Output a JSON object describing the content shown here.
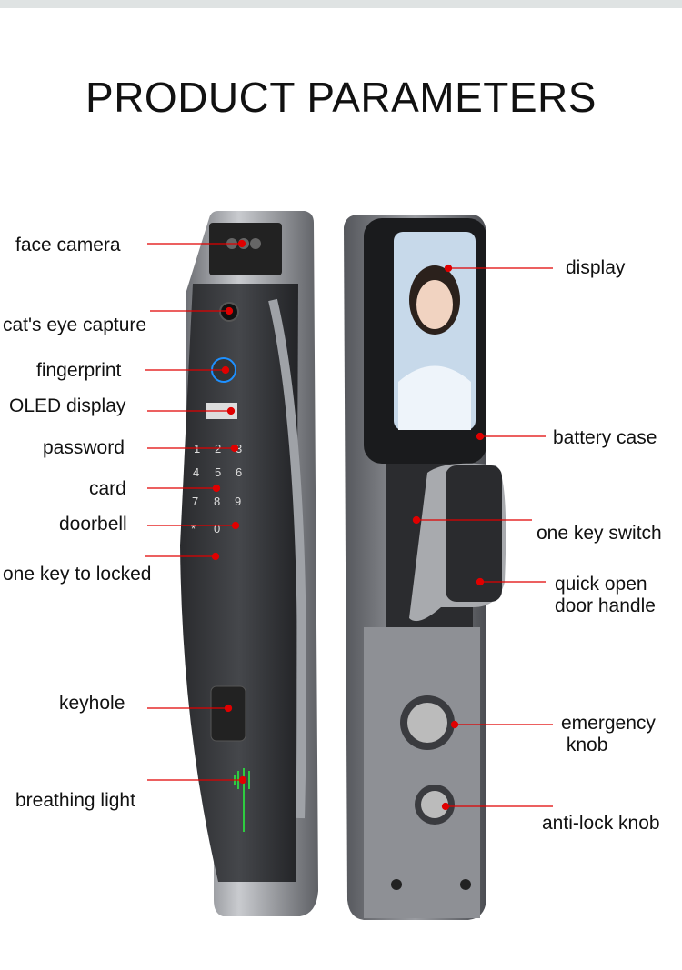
{
  "title": "PRODUCT PARAMETERS",
  "accent_color": "#e00000",
  "front_labels": [
    {
      "id": "face-camera",
      "text": "face camera"
    },
    {
      "id": "cats-eye-capture",
      "text": "cat's eye capture"
    },
    {
      "id": "fingerprint",
      "text": "fingerprint"
    },
    {
      "id": "oled-display",
      "text": "OLED display"
    },
    {
      "id": "password",
      "text": "password"
    },
    {
      "id": "card",
      "text": "card"
    },
    {
      "id": "doorbell",
      "text": "doorbell"
    },
    {
      "id": "one-key-to-locked",
      "text": "one key to locked"
    },
    {
      "id": "keyhole",
      "text": "keyhole"
    },
    {
      "id": "breathing-light",
      "text": "breathing light"
    }
  ],
  "back_labels": [
    {
      "id": "display",
      "text": "display"
    },
    {
      "id": "battery-case",
      "text": "battery case"
    },
    {
      "id": "one-key-switch",
      "text": "one key switch"
    },
    {
      "id": "quick-open-door-handle",
      "line1": "quick open",
      "line2": "door handle"
    },
    {
      "id": "emergency-knob",
      "line1": "emergency",
      "line2": "knob"
    },
    {
      "id": "anti-lock-knob",
      "text": "anti-lock knob"
    }
  ],
  "keypad": [
    "1",
    "2",
    "3",
    "4",
    "5",
    "6",
    "7",
    "8",
    "9",
    "*",
    "0"
  ]
}
